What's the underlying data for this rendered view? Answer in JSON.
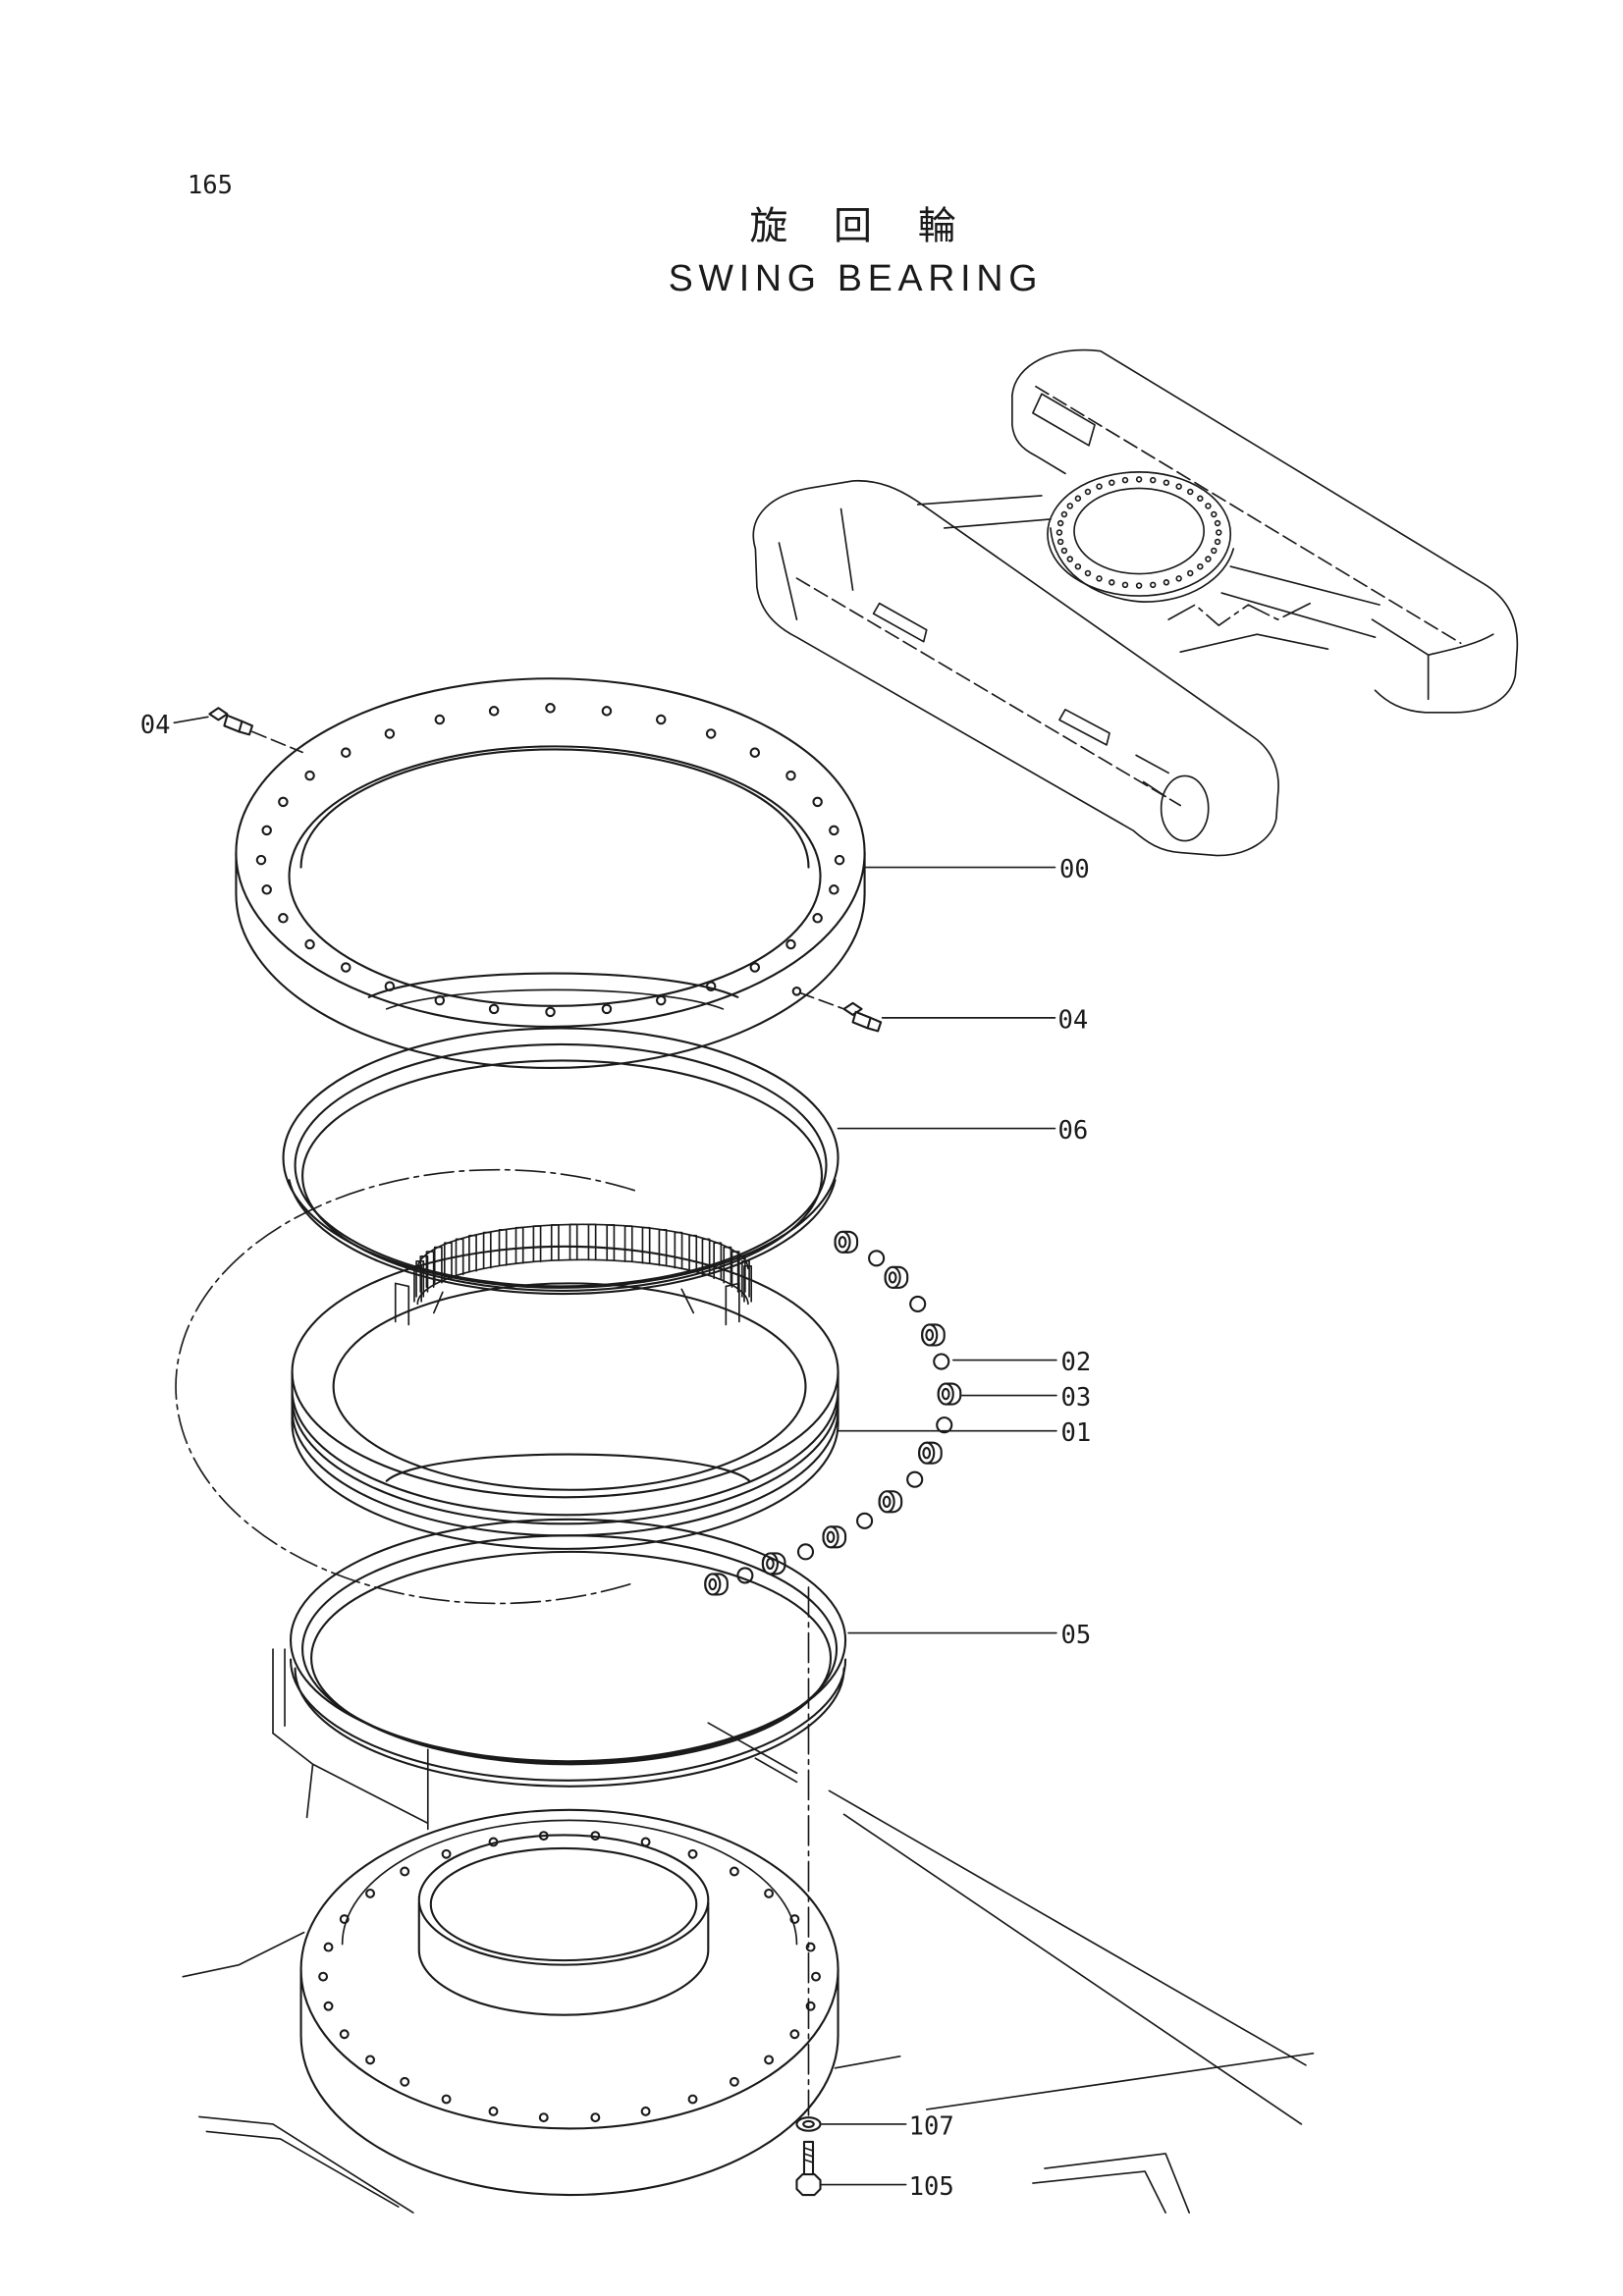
{
  "page": {
    "number": "165"
  },
  "title": {
    "japanese": "旋 回 輪",
    "english": "SWING BEARING"
  },
  "callouts": [
    "04",
    "00",
    "04",
    "06",
    "02",
    "03",
    "01",
    "05",
    "107",
    "105"
  ],
  "colors": {
    "ink": "#1a1a1a",
    "paper": "#ffffff"
  }
}
